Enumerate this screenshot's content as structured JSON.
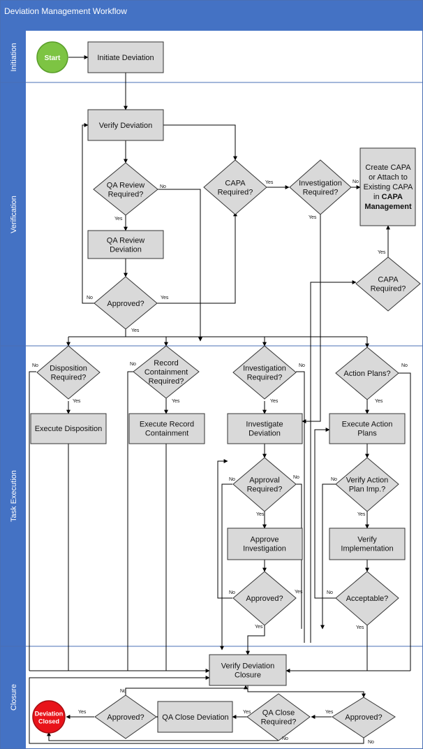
{
  "title": "Deviation Management Workflow",
  "lanes": {
    "initiation": "Initiation",
    "verification": "Verification",
    "task_execution": "Task Execution",
    "closure": "Closure"
  },
  "edge_labels": {
    "yes": "Yes",
    "no": "No"
  },
  "nodes": {
    "start": [
      "Start"
    ],
    "initiate_deviation": [
      "Initiate Deviation"
    ],
    "verify_deviation": [
      "Verify Deviation"
    ],
    "qa_review_required": [
      "QA Review",
      "Required?"
    ],
    "qa_review_deviation": [
      "QA Review",
      "Deviation"
    ],
    "approved_verification": [
      "Approved?"
    ],
    "capa_required_1": [
      "CAPA",
      "Required?"
    ],
    "investigation_required_1": [
      "Investigation",
      "Required?"
    ],
    "create_capa": [
      "Create CAPA",
      "or Attach to",
      "Existing CAPA",
      "in CAPA",
      "Management"
    ],
    "capa_required_2": [
      "CAPA",
      "Required?"
    ],
    "disposition_required": [
      "Disposition",
      "Required?"
    ],
    "execute_disposition": [
      "Execute Disposition"
    ],
    "record_containment_required": [
      "Record",
      "Containment",
      "Required?"
    ],
    "execute_record_containment": [
      "Execute Record",
      "Containment"
    ],
    "investigation_required_2": [
      "Investigation",
      "Required?"
    ],
    "investigate_deviation": [
      "Investigate",
      "Deviation"
    ],
    "approval_required": [
      "Approval",
      "Required?"
    ],
    "approve_investigation": [
      "Approve",
      "Investigation"
    ],
    "approved_investigation": [
      "Approved?"
    ],
    "action_plans": [
      "Action Plans?"
    ],
    "execute_action_plans": [
      "Execute Action",
      "Plans"
    ],
    "verify_action_plan_imp": [
      "Verify Action",
      "Plan Imp.?"
    ],
    "verify_implementation": [
      "Verify",
      "Implementation"
    ],
    "acceptable": [
      "Acceptable?"
    ],
    "verify_deviation_closure": [
      "Verify Deviation",
      "Closure"
    ],
    "approved_closure": [
      "Approved?"
    ],
    "qa_close_required": [
      "QA Close",
      "Required?"
    ],
    "qa_close_deviation": [
      "QA Close Deviation"
    ],
    "approved_final": [
      "Approved?"
    ],
    "deviation_closed": [
      "Deviation",
      "Closed"
    ]
  },
  "colors": {
    "title_bar": "#4472c4",
    "lane_header": "#4472c4",
    "node_fill": "#d9d9d9",
    "start_fill": "#7dc443",
    "end_fill": "#e8131a"
  }
}
